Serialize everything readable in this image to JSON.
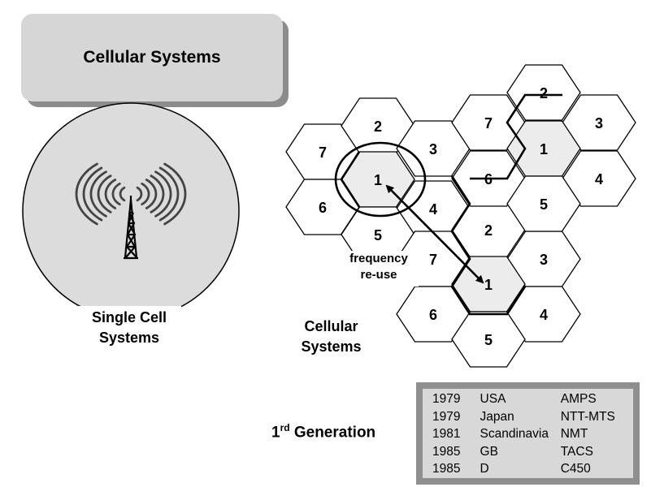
{
  "title": "Cellular Systems",
  "single_cell_caption": [
    "Single Cell",
    "Systems"
  ],
  "cellular_caption": [
    "Cellular",
    "Systems"
  ],
  "reuse_label": [
    "frequency",
    "re-use"
  ],
  "generation": {
    "prefix": "1",
    "sup": "rd",
    "rest": " Generation"
  },
  "cells": [
    {
      "id": "c-7-a",
      "label": "7",
      "shaded": false
    },
    {
      "id": "c-2-a",
      "label": "2",
      "shaded": false
    },
    {
      "id": "c-3-a",
      "label": "3",
      "shaded": false
    },
    {
      "id": "c-1-a",
      "label": "1",
      "shaded": true
    },
    {
      "id": "c-6-a",
      "label": "6",
      "shaded": false
    },
    {
      "id": "c-4-a",
      "label": "4",
      "shaded": false
    },
    {
      "id": "c-5-a",
      "label": "5",
      "shaded": false
    },
    {
      "id": "c-2-b",
      "label": "2",
      "shaded": false
    },
    {
      "id": "c-7-b",
      "label": "7",
      "shaded": false
    },
    {
      "id": "c-3-b",
      "label": "3",
      "shaded": false
    },
    {
      "id": "c-1-b",
      "label": "1",
      "shaded": true
    },
    {
      "id": "c-6-b",
      "label": "6",
      "shaded": false
    },
    {
      "id": "c-4-b",
      "label": "4",
      "shaded": false
    },
    {
      "id": "c-5-b",
      "label": "5",
      "shaded": false
    },
    {
      "id": "c-2-c",
      "label": "2",
      "shaded": false
    },
    {
      "id": "c-7-c",
      "label": "7",
      "shaded": false
    },
    {
      "id": "c-3-c",
      "label": "3",
      "shaded": false
    },
    {
      "id": "c-1-c",
      "label": "1",
      "shaded": true
    },
    {
      "id": "c-6-c",
      "label": "6",
      "shaded": false
    },
    {
      "id": "c-4-c",
      "label": "4",
      "shaded": false
    },
    {
      "id": "c-5-c",
      "label": "5",
      "shaded": false
    }
  ],
  "systems_table": [
    {
      "year": "1979",
      "country": "USA",
      "system": "AMPS"
    },
    {
      "year": "1979",
      "country": "Japan",
      "system": "NTT-MTS"
    },
    {
      "year": "1981",
      "country": "Scandinavia",
      "system": "NMT"
    },
    {
      "year": "1985",
      "country": "GB",
      "system": "TACS"
    },
    {
      "year": "1985",
      "country": "D",
      "system": "C450"
    }
  ]
}
